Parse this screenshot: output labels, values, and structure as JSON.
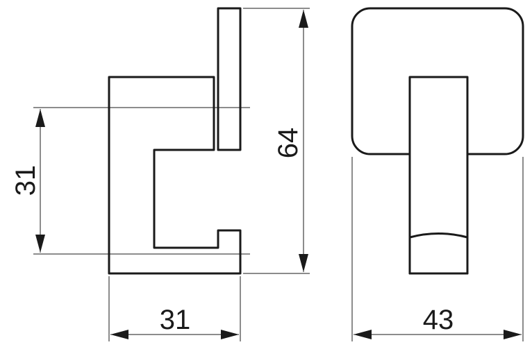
{
  "dimensions": {
    "side_height": "64",
    "hook_height": "31",
    "side_depth": "31",
    "front_width": "43"
  },
  "colors": {
    "line": "#1a1a1a",
    "background": "#ffffff"
  }
}
